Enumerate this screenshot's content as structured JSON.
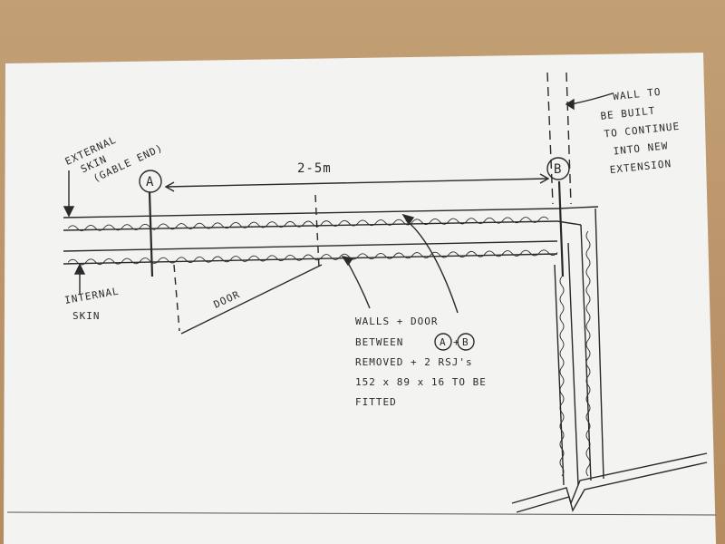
{
  "labels": {
    "external_skin": [
      "EXTERNAL",
      "SKIN",
      "(GABLE END)"
    ],
    "internal_skin": [
      "INTERNAL",
      "SKIN"
    ],
    "point_a": "A",
    "point_b": "B",
    "dimension": "2-5m",
    "door": "DOOR",
    "wall_note": [
      "WALL TO",
      "BE BUILT",
      "TO CONTINUE",
      "INTO NEW",
      "EXTENSION"
    ],
    "main_note": [
      "WALLS + DOOR",
      "BETWEEN",
      "REMOVED + 2 RSJ's",
      "152 x 89 x 16 TO BE",
      "FITTED"
    ]
  },
  "colors": {
    "paper": "#f4f4f2",
    "ink": "#2a2a2a",
    "board": "#b8956a"
  }
}
